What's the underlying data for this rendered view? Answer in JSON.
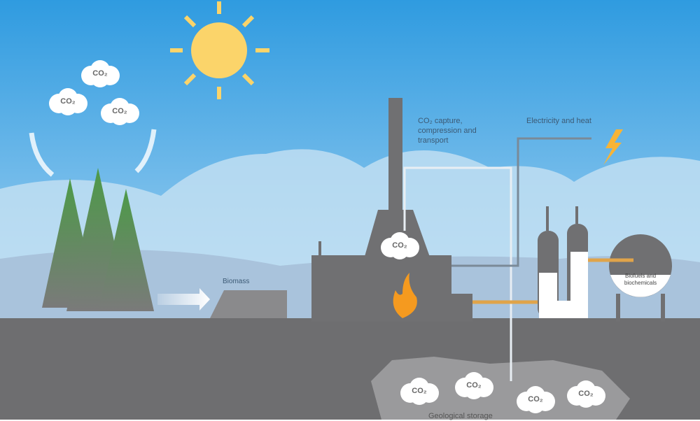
{
  "labels": {
    "capture": "CO₂ capture, compression and transport",
    "electricity": "Electricity and heat",
    "biomass": "Biomass",
    "biofuels": "Biofuels and biochemicals",
    "storage": "Geological storage"
  },
  "co2_label": "CO₂",
  "colors": {
    "sky_top": "#2f9be0",
    "sky_bottom": "#cfe6f4",
    "ground": "#6e6e70",
    "factory": "#707072",
    "tree": "#4d9a48",
    "sun": "#fbd46a",
    "flame": "#f59a1f"
  }
}
